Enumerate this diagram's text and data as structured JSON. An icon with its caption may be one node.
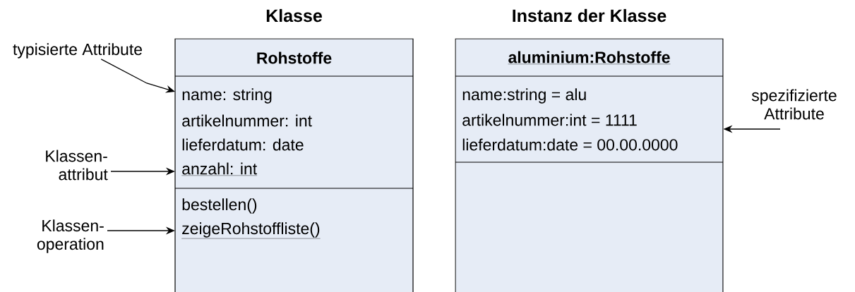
{
  "diagram": {
    "nodes": [
      {
        "text": [
          "Klasse",
          "Rohstoffe"
        ]
      },
      {
        "text": [
          "name: string",
          "artikelnummer: int",
          "lieferdatum: date",
          "anzahl: int"
        ],
        "in": 0
      },
      {
        "text": [
          "bestellen()",
          "zeigeRohstoffliste()"
        ],
        "in": 0
      },
      {
        "text": [
          "Instanz der Klasse",
          "aluminium:Rohstoffe"
        ]
      },
      {
        "text": [
          "name:string = alu",
          "artikelnummer:int = 1111",
          "lieferdatum:date = 00.00.0000"
        ],
        "in": 3
      },
      {
        "text": [],
        "shape": "box",
        "in": 3
      },
      {
        "text": [
          "typisierte Attribute"
        ]
      },
      {
        "text": [
          "Klassen- attribut"
        ]
      },
      {
        "text": [
          "Klassen- operation"
        ]
      },
      {
        "text": [
          "spezifizierte Attribute"
        ]
      }
    ],
    "edges": [
      {
        "from": 6,
        "to": 1,
        "arrow": "to"
      },
      {
        "from": 7,
        "to": 1,
        "arrow": "to"
      },
      {
        "from": 8,
        "to": 2,
        "arrow": "to"
      },
      {
        "from": 9,
        "to": 4,
        "arrow": "to"
      }
    ]
  }
}
